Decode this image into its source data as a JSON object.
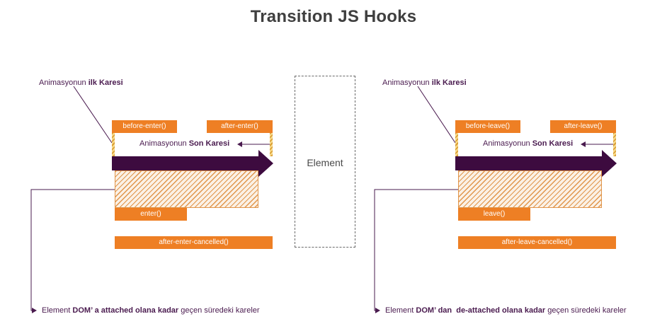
{
  "title": "Transition JS Hooks",
  "element_label": "Element",
  "enter": {
    "first_frame_prefix": "Animasyonun ",
    "first_frame_bold": "ilk Karesi",
    "last_frame_prefix": "Animasyonun ",
    "last_frame_bold": "Son Karesi",
    "hook_before": "before-enter()",
    "hook_after": "after-enter()",
    "hook_main": "enter()",
    "hook_cancelled": "after-enter-cancelled()",
    "footer_prefix": "Element ",
    "footer_bold": "DOM’ a attached olana kadar",
    "footer_suffix": " geçen süredeki kareler"
  },
  "leave": {
    "first_frame_prefix": "Animasyonun ",
    "first_frame_bold": "ilk Karesi",
    "last_frame_prefix": "Animasyonun ",
    "last_frame_bold": "Son Karesi",
    "hook_before": "before-leave()",
    "hook_after": "after-leave()",
    "hook_main": "leave()",
    "hook_cancelled": "after-leave-cancelled()",
    "footer_prefix": "Element ",
    "footer_bold": "DOM’ dan  de-attached olana kadar",
    "footer_suffix": " geçen süredeki kareler"
  },
  "colors": {
    "hook_box": "#ee7f24",
    "arrow": "#3d0b3f",
    "text": "#4a1b4f",
    "hatch": "#e0954a"
  }
}
